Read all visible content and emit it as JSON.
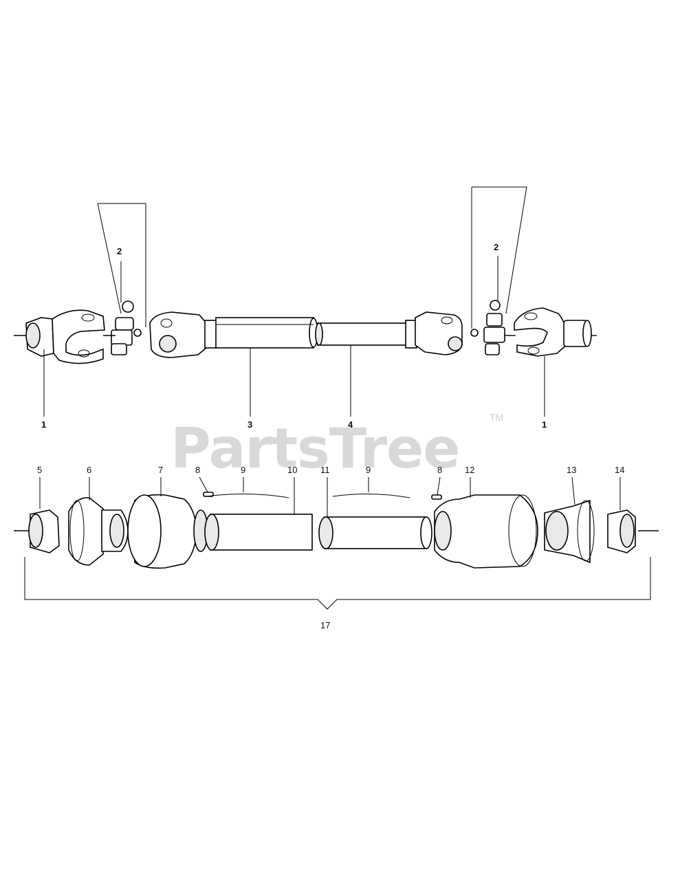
{
  "watermark": {
    "text": "PartsTree",
    "trademark": "TM"
  },
  "callouts": {
    "top_left_1": "1",
    "top_left_2": "2",
    "top_3": "3",
    "top_4": "4",
    "top_right_2": "2",
    "top_right_1": "1",
    "bottom_5": "5",
    "bottom_6": "6",
    "bottom_7": "7",
    "bottom_8_left": "8",
    "bottom_9_left": "9",
    "bottom_10": "10",
    "bottom_11": "11",
    "bottom_9_right": "9",
    "bottom_8_right": "8",
    "bottom_12": "12",
    "bottom_13": "13",
    "bottom_14": "14",
    "assembly_17": "17"
  }
}
